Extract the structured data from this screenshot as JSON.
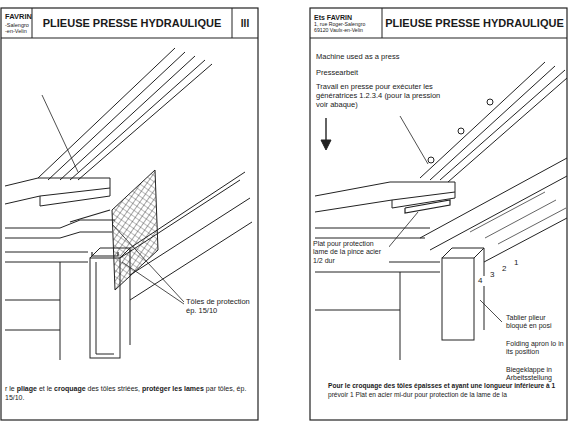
{
  "diagram": {
    "nodes": [
      {
        "text": [
          "FAVRIN",
          "-Salengro -en-Velin"
        ]
      },
      {
        "text": [
          "PLIEUSE PRESSE HYDRAULIQUE"
        ]
      },
      {
        "text": [
          "III"
        ]
      },
      {
        "text": [
          "Ets FAVRIN",
          "1, rue Roger-Salengro 69120 Vaulx-en-Velin"
        ]
      },
      {
        "text": [
          "PLIEUSE PRESSE HYDRAULIQUE"
        ]
      }
    ],
    "labels": [
      "Tôles de protection ép. 15/10",
      "r le",
      "pliage",
      "et le",
      "croquage",
      "des tôles striées,",
      "protéger les lames",
      "par",
      "tôles, ép. 15/10.",
      "Machine used as a press",
      "Pressearbeit",
      "Travail en presse pour exécuter les génératrices 1.2.3.4 (pour la pression voir abaque)",
      "Plat pour protection lame de la pince acier 1/2 dur",
      "4",
      "3",
      "2",
      "1",
      "Tablier plieur bloqué en posi",
      "Folding apron lo in its position",
      "Biegeklappe in Arbeitsstellung",
      "Pour le croquage des tôles épaisses et ayant une longueur inférieure à 1",
      "prévoir 1 Plat en acier mi-dur pour protection de la lame de la"
    ]
  }
}
